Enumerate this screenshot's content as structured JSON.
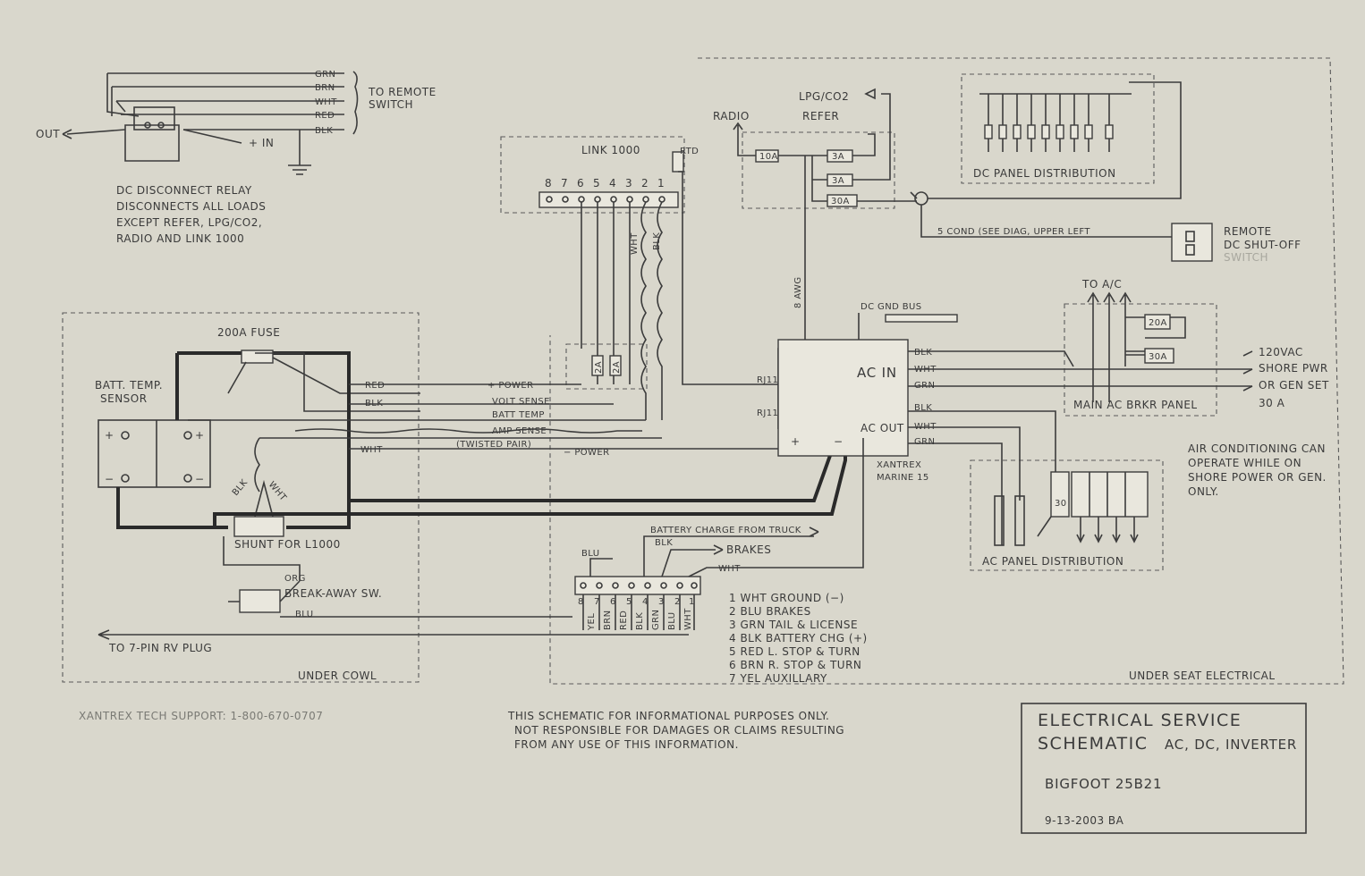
{
  "relay": {
    "wires": [
      "GRN",
      "BRN",
      "WHT",
      "RED",
      "BLK"
    ],
    "to_remote_1": "TO REMOTE",
    "to_remote_2": "SWITCH",
    "out": "OUT",
    "plus_in": "+ IN",
    "desc": [
      "DC DISCONNECT RELAY",
      "DISCONNECTS ALL LOADS",
      "EXCEPT REFER, LPG/CO2,",
      "RADIO AND LINK 1000"
    ]
  },
  "link": {
    "title": "LINK 1000",
    "rtd": "RTD",
    "pins": [
      "8",
      "7",
      "6",
      "5",
      "4",
      "3",
      "2",
      "1"
    ],
    "wht": "WHT",
    "blk": "BLK"
  },
  "top": {
    "lpg": "LPG/CO2",
    "refer": "REFER",
    "radio": "RADIO",
    "fuses": [
      "10A",
      "3A",
      "3A",
      "30A"
    ],
    "dc_panel": "DC PANEL DISTRIBUTION",
    "five_cond": "5 COND (SEE DIAG, UPPER LEFT",
    "remote_1": "REMOTE",
    "remote_2": "DC SHUT-OFF",
    "remote_3": "SWITCH",
    "eight_awg": "8 AWG"
  },
  "battery": {
    "fuse": "200A FUSE",
    "sensor_1": "BATT. TEMP.",
    "sensor_2": "SENSOR",
    "plus": "+",
    "minus": "−",
    "shunt": "SHUNT FOR L1000",
    "shunt_blk": "BLK",
    "shunt_wht": "WHT",
    "org": "ORG",
    "breakaway": "BREAK-AWAY SW.",
    "blu": "BLU",
    "rv_plug": "TO 7-PIN RV PLUG",
    "under_cowl": "UNDER COWL"
  },
  "wires": {
    "red": "RED",
    "blk": "BLK",
    "wht": "WHT",
    "power_plus": "+ POWER",
    "volt_sense": "VOLT SENSE",
    "batt_temp": "BATT TEMP",
    "amp_sense": "AMP SENSE",
    "twisted": "(TWISTED PAIR)",
    "power_minus": "− POWER",
    "fuses_small": [
      "2A",
      "2A"
    ]
  },
  "inverter": {
    "gnd_bus": "DC GND BUS",
    "ac_in": "AC IN",
    "ac_out": "AC OUT",
    "in_wires": [
      "BLK",
      "WHT",
      "GRN"
    ],
    "out_wires": [
      "BLK",
      "WHT",
      "GRN"
    ],
    "name_1": "XANTREX",
    "name_2": "MARINE 15",
    "rj1": "RJ11",
    "rj2": "RJ11",
    "plus": "+",
    "minus": "−"
  },
  "ac": {
    "to_ac": "TO A/C",
    "breakers": [
      "20A",
      "30A"
    ],
    "main_panel": "MAIN AC BRKR PANEL",
    "shore": [
      "120VAC",
      "SHORE PWR",
      "OR GEN SET",
      "30 A"
    ],
    "note": [
      "AIR CONDITIONING CAN",
      "OPERATE WHILE ON",
      "SHORE POWER OR GEN.",
      "ONLY."
    ],
    "panel_dist": "AC PANEL DISTRIBUTION",
    "thirty": "30"
  },
  "trailer": {
    "charge": "BATTERY CHARGE FROM TRUCK",
    "blk": "BLK",
    "brakes": "BRAKES",
    "wht": "WHT",
    "blu": "BLU",
    "pins": [
      "8",
      "7",
      "6",
      "5",
      "4",
      "3",
      "2",
      "1"
    ],
    "pin_wires": [
      "YEL",
      "BRN",
      "RED",
      "BLK",
      "GRN",
      "BLU",
      "WHT"
    ],
    "legend": [
      "1  WHT  GROUND (−)",
      "2  BLU  BRAKES",
      "3  GRN  TAIL & LICENSE",
      "4  BLK  BATTERY CHG (+)",
      "5  RED  L. STOP & TURN",
      "6  BRN  R. STOP & TURN",
      "7  YEL  AUXILLARY"
    ],
    "under_seat": "UNDER SEAT ELECTRICAL"
  },
  "footer": {
    "support": "XANTREX TECH SUPPORT:  1-800-670-0707",
    "disclaimer": [
      "THIS SCHEMATIC FOR INFORMATIONAL PURPOSES ONLY.",
      "NOT RESPONSIBLE FOR DAMAGES OR CLAIMS RESULTING",
      "FROM ANY USE OF THIS INFORMATION."
    ],
    "title_1": "ELECTRICAL  SERVICE",
    "title_2": "SCHEMATIC",
    "title_3": "AC, DC, INVERTER",
    "model": "BIGFOOT  25B21",
    "date": "9-13-2003  BA"
  }
}
